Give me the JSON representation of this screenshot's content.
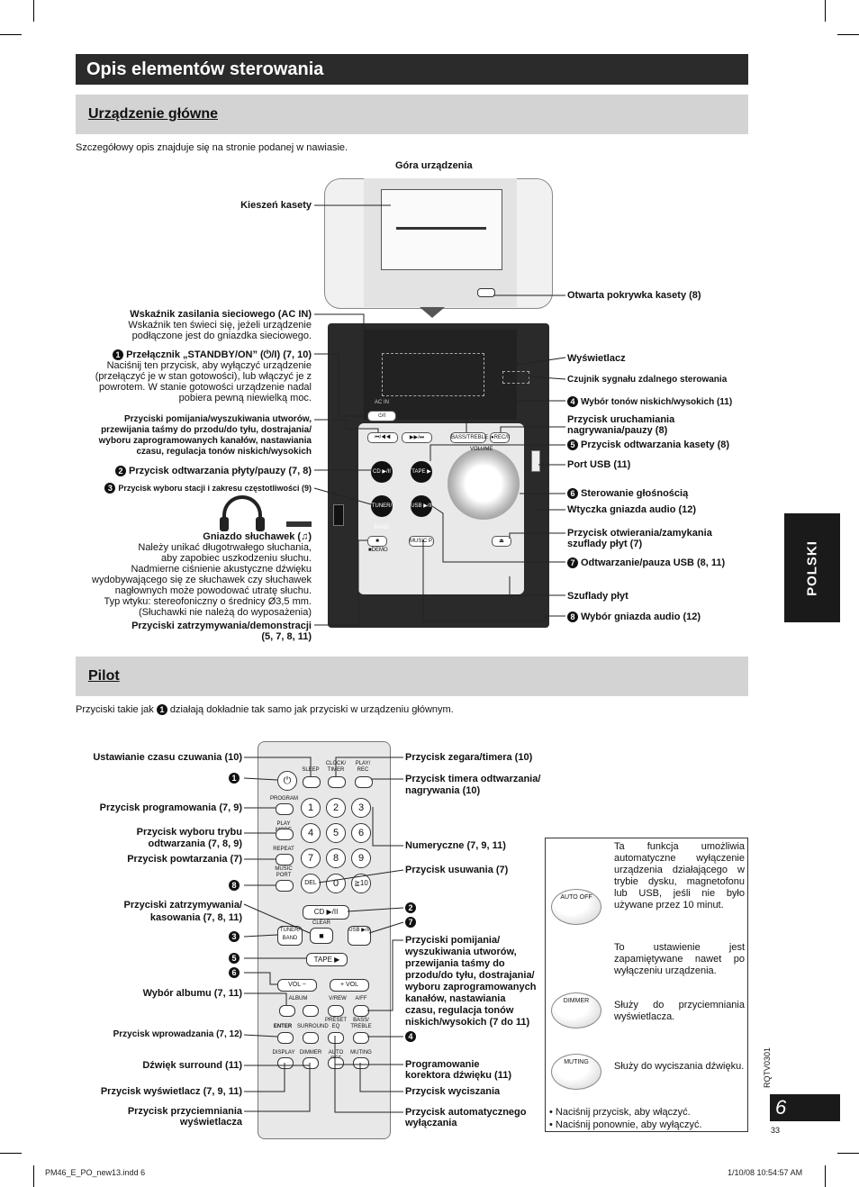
{
  "header": {
    "title": "Opis elementów sterowania"
  },
  "section1": {
    "title": "Urządzenie główne",
    "note": "Szczegółowy opis znajduje się na stronie podanej w nawiasie.",
    "top_label": "Góra urządzenia"
  },
  "main_left": [
    {
      "text": "Kieszeń kasety"
    },
    {
      "text": "Wskaźnik zasilania sieciowego (AC IN)"
    },
    {
      "text": "Wskaźnik ten świeci się, jeżeli urządzenie"
    },
    {
      "text": "podłączone jest do gniazdka sieciowego."
    },
    {
      "text": "Przełącznik „STANDBY/ON” (⏻/I) (7, 10)"
    },
    {
      "text": "Naciśnij ten przycisk, aby wyłączyć urządzenie"
    },
    {
      "text": "(przełączyć je w stan gotowości), lub włączyć je z"
    },
    {
      "text": "powrotem. W stanie gotowości urządzenie nadal"
    },
    {
      "text": "pobiera pewną niewielką moc."
    },
    {
      "text": "Przyciski pomijania/wyszukiwania utworów,"
    },
    {
      "text": "przewijania taśmy do przodu/do tyłu, dostrajania/"
    },
    {
      "text": "wyboru zaprogramowanych kanałów, nastawiania"
    },
    {
      "text": "czasu, regulacja tonów niskich/wysokich"
    },
    {
      "text": "Przycisk odtwarzania płyty/pauzy (7, 8)"
    },
    {
      "text": "Przycisk wyboru stacji i zakresu częstotliwości (9)"
    },
    {
      "text": "Gniazdo słuchawek (♫)"
    },
    {
      "text": "Należy unikać długotrwałego słuchania,"
    },
    {
      "text": "aby zapobiec uszkodzeniu słuchu."
    },
    {
      "text": "Nadmierne ciśnienie akustyczne dźwięku"
    },
    {
      "text": "wydobywającego się ze słuchawek czy słuchawek"
    },
    {
      "text": "nagłownych może powodować utratę słuchu."
    },
    {
      "text": "Typ wtyku: stereofoniczny o średnicy Ø3,5 mm."
    },
    {
      "text": "(Słuchawki nie należą do wyposażenia)"
    },
    {
      "text": "Przyciski zatrzymywania/demonstracji"
    },
    {
      "text": "(5, 7, 8, 11)"
    }
  ],
  "main_right": [
    {
      "text": "Otwarta pokrywka kasety (8)"
    },
    {
      "text": "Wyświetlacz"
    },
    {
      "text": "Czujnik sygnału zdalnego sterowania"
    },
    {
      "text": "Wybór tonów niskich/wysokich (11)"
    },
    {
      "text": "Przycisk uruchamiania"
    },
    {
      "text": "nagrywania/pauzy (8)"
    },
    {
      "text": "Przycisk odtwarzania kasety (8)"
    },
    {
      "text": "Port USB (11)"
    },
    {
      "text": "Sterowanie głośnością"
    },
    {
      "text": "Wtyczka gniazda audio (12)"
    },
    {
      "text": "Przycisk otwierania/zamykania"
    },
    {
      "text": "szuflady płyt (7)"
    },
    {
      "text": "Odtwarzanie/pauza USB (8, 11)"
    },
    {
      "text": "Szuflady płyt"
    },
    {
      "text": "Wybór gniazda audio (12)"
    }
  ],
  "nums": {
    "n1": "1",
    "n2": "2",
    "n3": "3",
    "n4": "4",
    "n5": "5",
    "n6": "6",
    "n7": "7",
    "n8": "8"
  },
  "section2": {
    "title": "Pilot",
    "note_a": "Przyciski takie jak",
    "note_b": "działają dokładnie tak samo jak przyciski w urządzeniu głównym."
  },
  "remote_left": [
    {
      "text": "Ustawianie czasu czuwania (10)"
    },
    {
      "text": "Przycisk programowania (7, 9)"
    },
    {
      "text": "Przycisk wyboru trybu"
    },
    {
      "text": "odtwarzania (7, 8, 9)"
    },
    {
      "text": "Przycisk powtarzania (7)"
    },
    {
      "text": "Przyciski zatrzymywania/"
    },
    {
      "text": "kasowania (7, 8, 11)"
    },
    {
      "text": "Wybór albumu (7, 11)"
    },
    {
      "text": "Przycisk wprowadzania (7, 12)"
    },
    {
      "text": "Dźwięk surround (11)"
    },
    {
      "text": "Przycisk wyświetlacz (7, 9, 11)"
    },
    {
      "text": "Przycisk przyciemniania"
    },
    {
      "text": "wyświetlacza"
    }
  ],
  "remote_right": [
    {
      "text": "Przycisk zegara/timera (10)"
    },
    {
      "text": "Przycisk timera odtwarzania/"
    },
    {
      "text": "nagrywania (10)"
    },
    {
      "text": "Numeryczne (7, 9, 11)"
    },
    {
      "text": "Przycisk usuwania (7)"
    },
    {
      "text": "Przyciski pomijania/"
    },
    {
      "text": "wyszukiwania utworów,"
    },
    {
      "text": "przewijania taśmy do"
    },
    {
      "text": "przodu/do tyłu, dostrajania/"
    },
    {
      "text": "wyboru zaprogramowanych"
    },
    {
      "text": "kanałów, nastawiania"
    },
    {
      "text": "czasu, regulacja tonów"
    },
    {
      "text": "niskich/wysokich (7 do 11)"
    },
    {
      "text": "Programowanie"
    },
    {
      "text": "korektora dźwięku (11)"
    },
    {
      "text": "Przycisk wyciszania"
    },
    {
      "text": "Przycisk automatycznego"
    },
    {
      "text": "wyłączania"
    }
  ],
  "infobox": {
    "auto_off": "Ta funkcja umożliwia automatyczne wyłączenie urządzenia działającego w trybie dysku, magnetofonu lub USB, jeśli nie było używane przez 10 minut.",
    "auto_off_2": "To ustawienie jest zapamiętywane nawet po wyłączeniu urządzenia.",
    "dimmer": "Służy do przyciemniania wyświetlacza.",
    "muting": "Służy do wyciszania dźwięku.",
    "btn_auto_off": "AUTO OFF",
    "btn_dimmer": "DIMMER",
    "btn_muting": "MUTING",
    "bullet1": "Naciśnij przycisk, aby włączyć.",
    "bullet2": "Naciśnij ponownie, aby wyłączyć."
  },
  "side": {
    "language": "POLSKI",
    "code": "RQTV0301",
    "page": "6",
    "page_num": "33"
  },
  "footer": {
    "left": "PM46_E_PO_new13.indd   6",
    "right": "1/10/08   10:54:57 AM"
  },
  "device": {
    "ac_in": "AC IN",
    "standby": "⏻/I",
    "volume": "VOLUME",
    "music_p": "MUSIC P.",
    "demo": "■DEMO",
    "bass": "BASS/TREBLE",
    "rec": "●REC/II"
  },
  "remote": {
    "sleep": "SLEEP",
    "clock": "CLOCK/ TIMER",
    "play_rec": "PLAY/ REC",
    "program": "PROGRAM",
    "play_mode": "PLAY MODE",
    "repeat": "REPEAT",
    "music_port": "MUSIC PORT",
    "clear": "CLEAR",
    "tuner": "TUNER/ BAND",
    "usb": "USB ▶/II",
    "tape": "TAPE ▶",
    "cd": "CD ▶/II",
    "vol_minus": "VOL −",
    "vol_plus": "+ VOL",
    "album": "ALBUM",
    "rew": "V/REW",
    "ff": "A/FF",
    "enter": "ENTER",
    "surround": "SURROUND",
    "preset": "PRESET EQ",
    "bass": "BASS/ TREBLE",
    "display": "DISPLAY",
    "dimmer": "DIMMER",
    "auto_off": "AUTO OFF",
    "muting": "MUTING",
    "del": "DEL",
    "keys": [
      "1",
      "2",
      "3",
      "4",
      "5",
      "6",
      "7",
      "8",
      "9",
      "0",
      "≧10"
    ]
  }
}
